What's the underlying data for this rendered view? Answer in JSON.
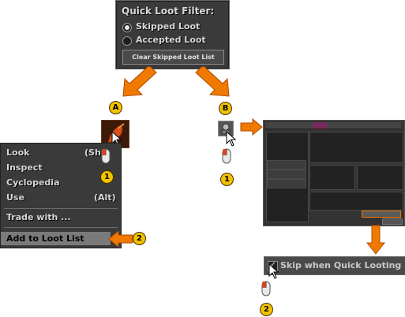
{
  "filter_panel": {
    "title": "Quick Loot Filter:",
    "options": [
      {
        "label": "Skipped Loot",
        "selected": true
      },
      {
        "label": "Accepted Loot",
        "selected": false
      }
    ],
    "clear_button": "Clear Skipped Loot List"
  },
  "callouts": {
    "a": "A",
    "b": "B",
    "step1": "1",
    "step2": "2"
  },
  "context_menu": {
    "items": [
      {
        "label": "Look",
        "shortcut": "(Sh"
      },
      {
        "label": "Inspect",
        "shortcut": ""
      },
      {
        "label": "Cyclopedia",
        "shortcut": ""
      },
      {
        "label": "Use",
        "shortcut": "(Alt)"
      },
      {
        "label": "Trade with ...",
        "shortcut": ""
      },
      {
        "label": "Add to Loot List",
        "shortcut": ""
      }
    ]
  },
  "skip_option": {
    "label": "Skip when Quick Looting",
    "checked": true
  },
  "colors": {
    "arrow_orange": "#f07a00",
    "badge_yellow": "#f2c200",
    "panel_bg": "#3a3a3a"
  }
}
